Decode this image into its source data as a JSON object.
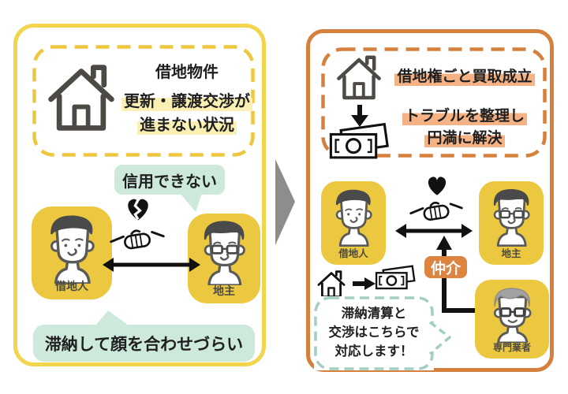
{
  "left_panel": {
    "box_title": "借地物件",
    "box_line1": "更新・譲渡交渉が",
    "box_line2": "進まない状況",
    "bubble_top": "信用できない",
    "bubble_bottom": "滞納して顔を合わせづらい",
    "leaseholder_label": "借地人",
    "landlord_label": "地主"
  },
  "right_panel": {
    "headline": "借地権ごと買取成立",
    "sub_line1": "トラブルを整理し",
    "sub_line2": "円満に解決",
    "leaseholder_label": "借地人",
    "landlord_label": "地主",
    "mediation_badge": "仲介",
    "bubble_line1": "滞納清算と",
    "bubble_line2": "交渉はこちらで",
    "bubble_line3": "対応します！",
    "specialist_label": "専門業者"
  },
  "colors": {
    "panel_yellow": "#f3d54d",
    "dashed_yellow": "#eec73e",
    "avatar_yellow": "#ecc841",
    "highlight_yellow": "#faf0b4",
    "bubble_mint": "#cde9db",
    "dashed_mint": "#a3cfc2",
    "panel_orange": "#d5803c",
    "highlight_salmon": "#f4b285",
    "badge_orange": "#dd8440",
    "transition_gray": "#8d8d8d",
    "icon_stroke": "#4d4a46",
    "ink": "#1f1f1f"
  },
  "icons": {
    "house": "house-icon",
    "money": "banknote-icon",
    "handshake": "handshake-icon",
    "broken_heart": "broken-heart-icon",
    "heart": "heart-icon",
    "double_arrow": "arrow-left-right-icon",
    "down_arrow": "arrow-down-icon",
    "right_arrow": "arrow-right-icon",
    "up_arrow": "arrow-up-elbow-icon",
    "transition": "transition-arrow-icon"
  }
}
